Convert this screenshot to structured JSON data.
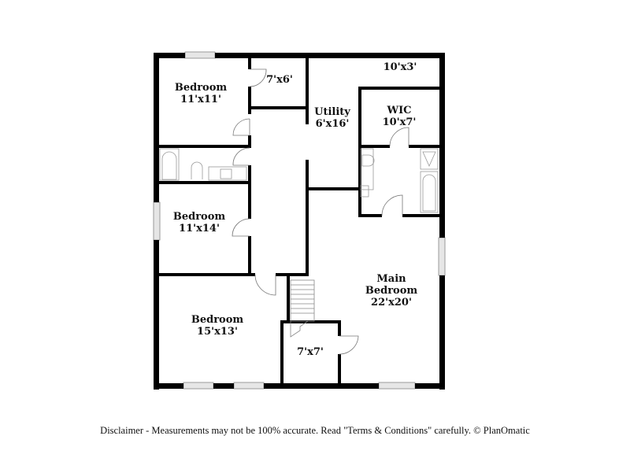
{
  "floorplan": {
    "rooms": [
      {
        "id": "bedroom-1",
        "name": "Bedroom",
        "size": "11'x11'"
      },
      {
        "id": "closet-1",
        "name": "",
        "size": "7'x6'"
      },
      {
        "id": "storage-top",
        "name": "",
        "size": "10'x3'"
      },
      {
        "id": "utility",
        "name": "Utility",
        "size": "6'x16'"
      },
      {
        "id": "wic",
        "name": "WIC",
        "size": "10'x7'"
      },
      {
        "id": "bedroom-2",
        "name": "Bedroom",
        "size": "11'x14'"
      },
      {
        "id": "main-bedroom",
        "name": "Main Bedroom",
        "name_line1": "Main",
        "name_line2": "Bedroom",
        "size": "22'x20'"
      },
      {
        "id": "bedroom-3",
        "name": "Bedroom",
        "size": "15'x13'"
      },
      {
        "id": "closet-2",
        "name": "",
        "size": "7'x7'"
      }
    ],
    "colors": {
      "wall": "#000000",
      "fixture": "#9a9a9a",
      "window": "#cfcfcf"
    }
  },
  "footer": {
    "disclaimer": "Disclaimer - Measurements may not be 100% accurate. Read \"Terms & Conditions\" carefully. © PlanOmatic"
  }
}
